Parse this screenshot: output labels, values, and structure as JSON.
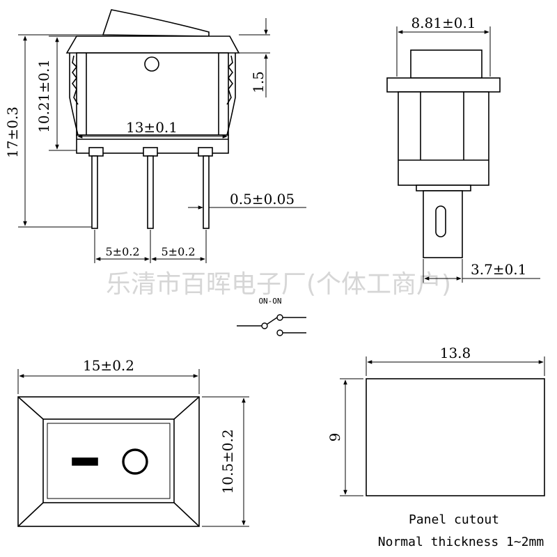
{
  "watermark": "乐清市百晖电子厂(个体工商户)",
  "side_view": {
    "dim_height_total": "17±0.3",
    "dim_height_body": "10.21±0.1",
    "dim_width_body": "13±0.1",
    "dim_step": "1.5",
    "dim_pin_thickness": "0.5±0.05",
    "dim_pin_pitch_1": "5±0.2",
    "dim_pin_pitch_2": "5±0.2"
  },
  "end_view": {
    "dim_width": "8.81±0.1",
    "dim_pin_width": "3.7±0.1"
  },
  "schematic": {
    "label": "ON-ON"
  },
  "front_view": {
    "dim_width": "15±0.2",
    "dim_height": "10.5±0.2"
  },
  "panel_cutout": {
    "dim_width": "13.8",
    "dim_height": "9",
    "title": "Panel cutout",
    "note": "Normal thickness 1~2mm"
  }
}
